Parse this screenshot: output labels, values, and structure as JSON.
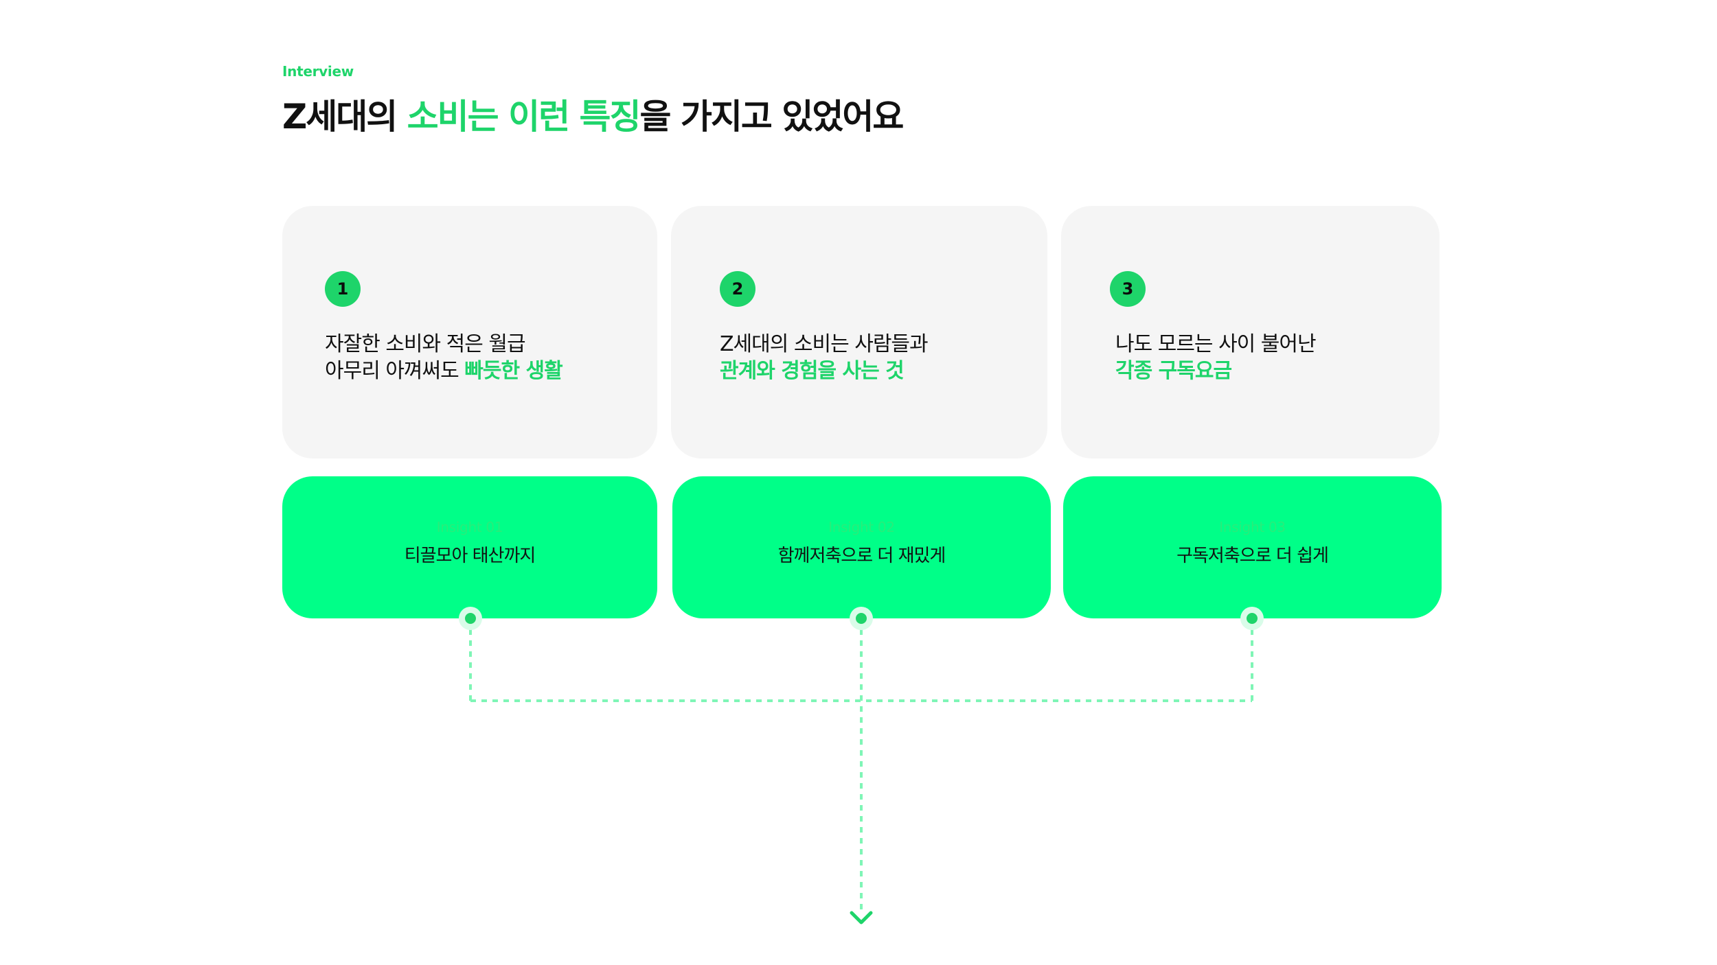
{
  "header": {
    "eyebrow": "Interview",
    "title_pre": "Z세대의 ",
    "title_hl": "소비는 이런 특징",
    "title_post": "을 가지고 있었어요"
  },
  "cards": [
    {
      "number": "1",
      "line1": "자잘한 소비와 적은 월급",
      "line2_plain": "아무리 아껴써도 ",
      "line2_hl": "빠듯한 생활"
    },
    {
      "number": "2",
      "line1": "Z세대의 소비는 사람들과",
      "line2_plain": "",
      "line2_hl": "관계와 경험을 사는 것"
    },
    {
      "number": "3",
      "line1": "나도 모르는 사이 불어난",
      "line2_plain": "",
      "line2_hl": "각종 구독요금"
    }
  ],
  "insights": [
    {
      "label": "Insight 01",
      "title": "티끌모아 태산까지"
    },
    {
      "label": "Insight 02",
      "title": "함께저축으로 더 재밌게"
    },
    {
      "label": "Insight 03",
      "title": "구독저축으로 더 쉽게"
    }
  ],
  "colors": {
    "accent": "#1ed46a",
    "insight_bg": "#00ff88",
    "card_bg": "#f5f5f5",
    "connector": "#7ff5b6"
  },
  "icons": [
    "arrow-down-icon"
  ]
}
